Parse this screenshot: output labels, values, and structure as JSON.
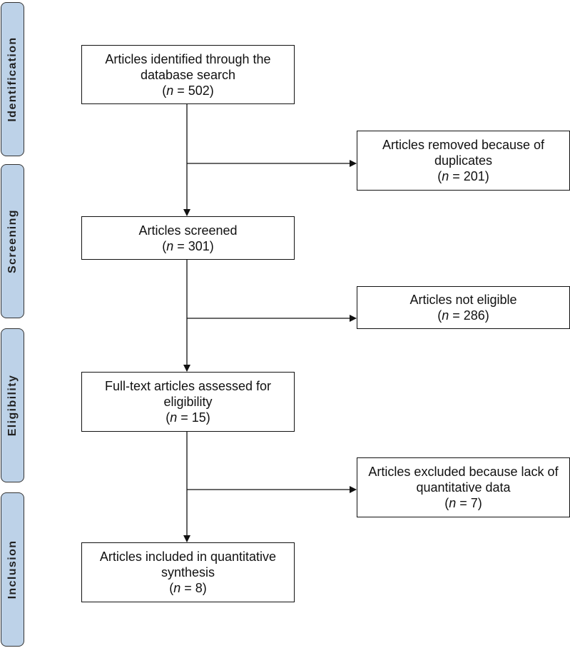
{
  "stages": {
    "identification": "Identification",
    "screening": "Screening",
    "eligibility": "Eligibility",
    "inclusion": "Inclusion"
  },
  "boxes": {
    "identified": {
      "text": "Articles identified through the database search",
      "n_label": "n",
      "n_value": " = 502"
    },
    "duplicates": {
      "text": "Articles removed because of duplicates",
      "n_label": "n",
      "n_value": " = 201"
    },
    "screened": {
      "text": "Articles screened",
      "n_label": "n",
      "n_value": " = 301"
    },
    "not_eligible": {
      "text": "Articles not eligible",
      "n_label": "n",
      "n_value": " = 286"
    },
    "fulltext": {
      "text": "Full-text articles assessed for eligibility",
      "n_label": "n",
      "n_value": " = 15"
    },
    "excluded": {
      "text": "Articles excluded because lack of quantitative data",
      "n_label": "n",
      "n_value": " = 7"
    },
    "included": {
      "text": "Articles included in quantitative synthesis",
      "n_label": "n",
      "n_value": " = 8"
    }
  },
  "colors": {
    "stage_fill": "#bdd2e8",
    "line": "#111111"
  }
}
